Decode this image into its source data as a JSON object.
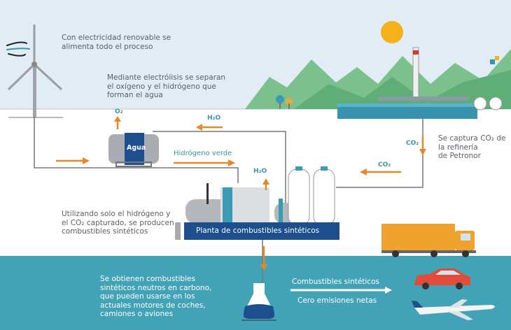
{
  "texts": {
    "renewable": [
      "Con electricidad renovable se",
      "alimenta todo el proceso"
    ],
    "electrolysis": [
      "Mediante electrólisis se separan",
      "el oxígeno y el hidrógeno que",
      "forman el agua"
    ],
    "capture": [
      "Se captura CO₂ de",
      "la refinería",
      "de Petronor"
    ],
    "using": [
      "Utilizando solo el hidrógeno y",
      "el CO₂ capturado, se producen",
      "combustibles sintéticos"
    ],
    "result": [
      "Se obtienen combustibles",
      "sintéticos neutros en carbono,",
      "que pueden usarse en los",
      "actuales motores de coches,",
      "camiones o aviones"
    ]
  },
  "labels": {
    "o2": "O₂",
    "h2o_top": "H₂O",
    "h2o_plant": "H₂O",
    "water_tank": "Agua",
    "green_hydrogen": "Hidrógeno verde",
    "co2_down": "CO₂",
    "co2_left": "CO₂",
    "plant": "Planta de combustibles sintéticos",
    "synthetic_fuels": "Combustibles sintéticos",
    "net_zero": "Cero emisiones netas"
  },
  "colors": {
    "sky": "#e2ecf4",
    "sea": "#42a3b6",
    "arrow": "#e4892a",
    "plant_banner": "#1d4f8e",
    "mountains": "#7cc08e"
  }
}
